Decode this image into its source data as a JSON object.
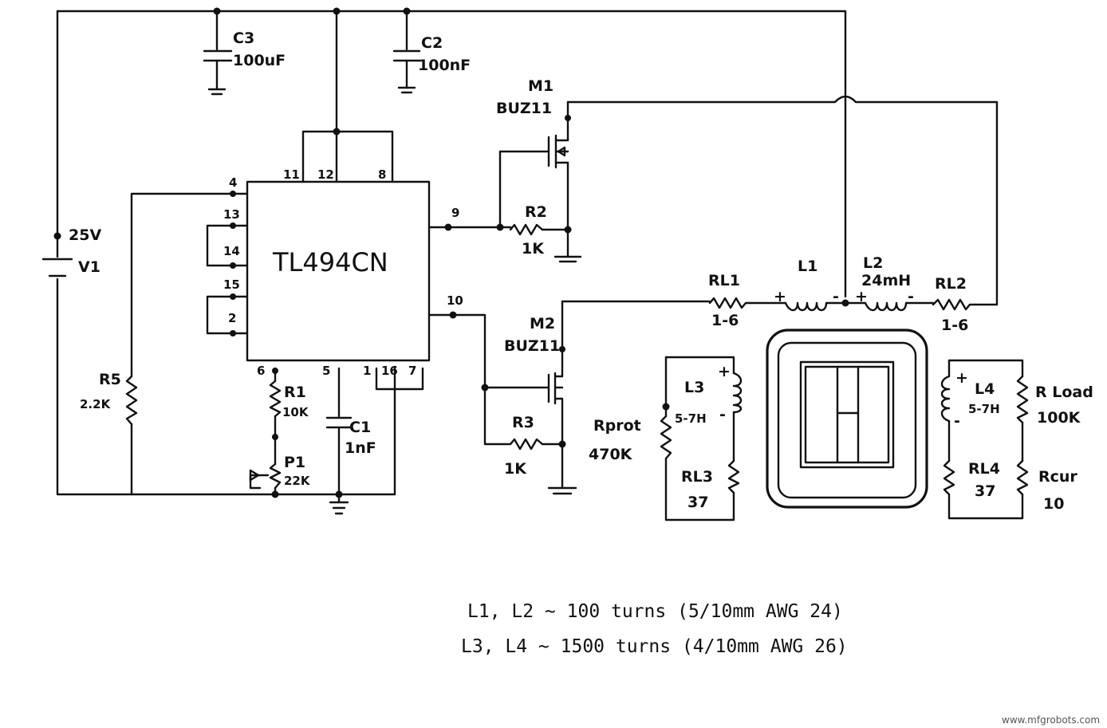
{
  "ic": {
    "name": "TL494CN",
    "pins": [
      "4",
      "13",
      "14",
      "15",
      "2",
      "11",
      "12",
      "8",
      "6",
      "5",
      "1",
      "16",
      "7",
      "9",
      "10"
    ]
  },
  "supply": {
    "voltage": "25V",
    "name": "V1"
  },
  "capacitors": [
    {
      "ref": "C3",
      "value": "100uF"
    },
    {
      "ref": "C2",
      "value": "100nF"
    },
    {
      "ref": "C1",
      "value": "1nF"
    }
  ],
  "mosfets": [
    {
      "ref": "M1",
      "part": "BUZ11"
    },
    {
      "ref": "M2",
      "part": "BUZ11"
    }
  ],
  "resistors": [
    {
      "ref": "R2",
      "value": "1K"
    },
    {
      "ref": "R3",
      "value": "1K"
    },
    {
      "ref": "R1",
      "value": "10K"
    },
    {
      "ref": "R5",
      "value": "2.2K"
    },
    {
      "ref": "RL1",
      "value": "1-6"
    },
    {
      "ref": "RL2",
      "value": "1-6"
    },
    {
      "ref": "Rprot",
      "value": "470K"
    },
    {
      "ref": "RL3",
      "value": "37"
    },
    {
      "ref": "RL4",
      "value": "37"
    },
    {
      "ref": "R Load",
      "value": "100K"
    },
    {
      "ref": "Rcur",
      "value": "10"
    }
  ],
  "potentiometer": {
    "ref": "P1",
    "value": "22K"
  },
  "inductors": [
    {
      "ref": "L1",
      "value": ""
    },
    {
      "ref": "L2",
      "value": "24mH"
    },
    {
      "ref": "L3",
      "value": "5-7H"
    },
    {
      "ref": "L4",
      "value": "5-7H"
    }
  ],
  "polarity": {
    "plus": "+",
    "minus": "-"
  },
  "notes": [
    "L1, L2  ~ 100 turns (5/10mm AWG 24)",
    "L3, L4  ~ 1500 turns (4/10mm AWG 26)"
  ],
  "watermark": "www.mfgrobots.com"
}
